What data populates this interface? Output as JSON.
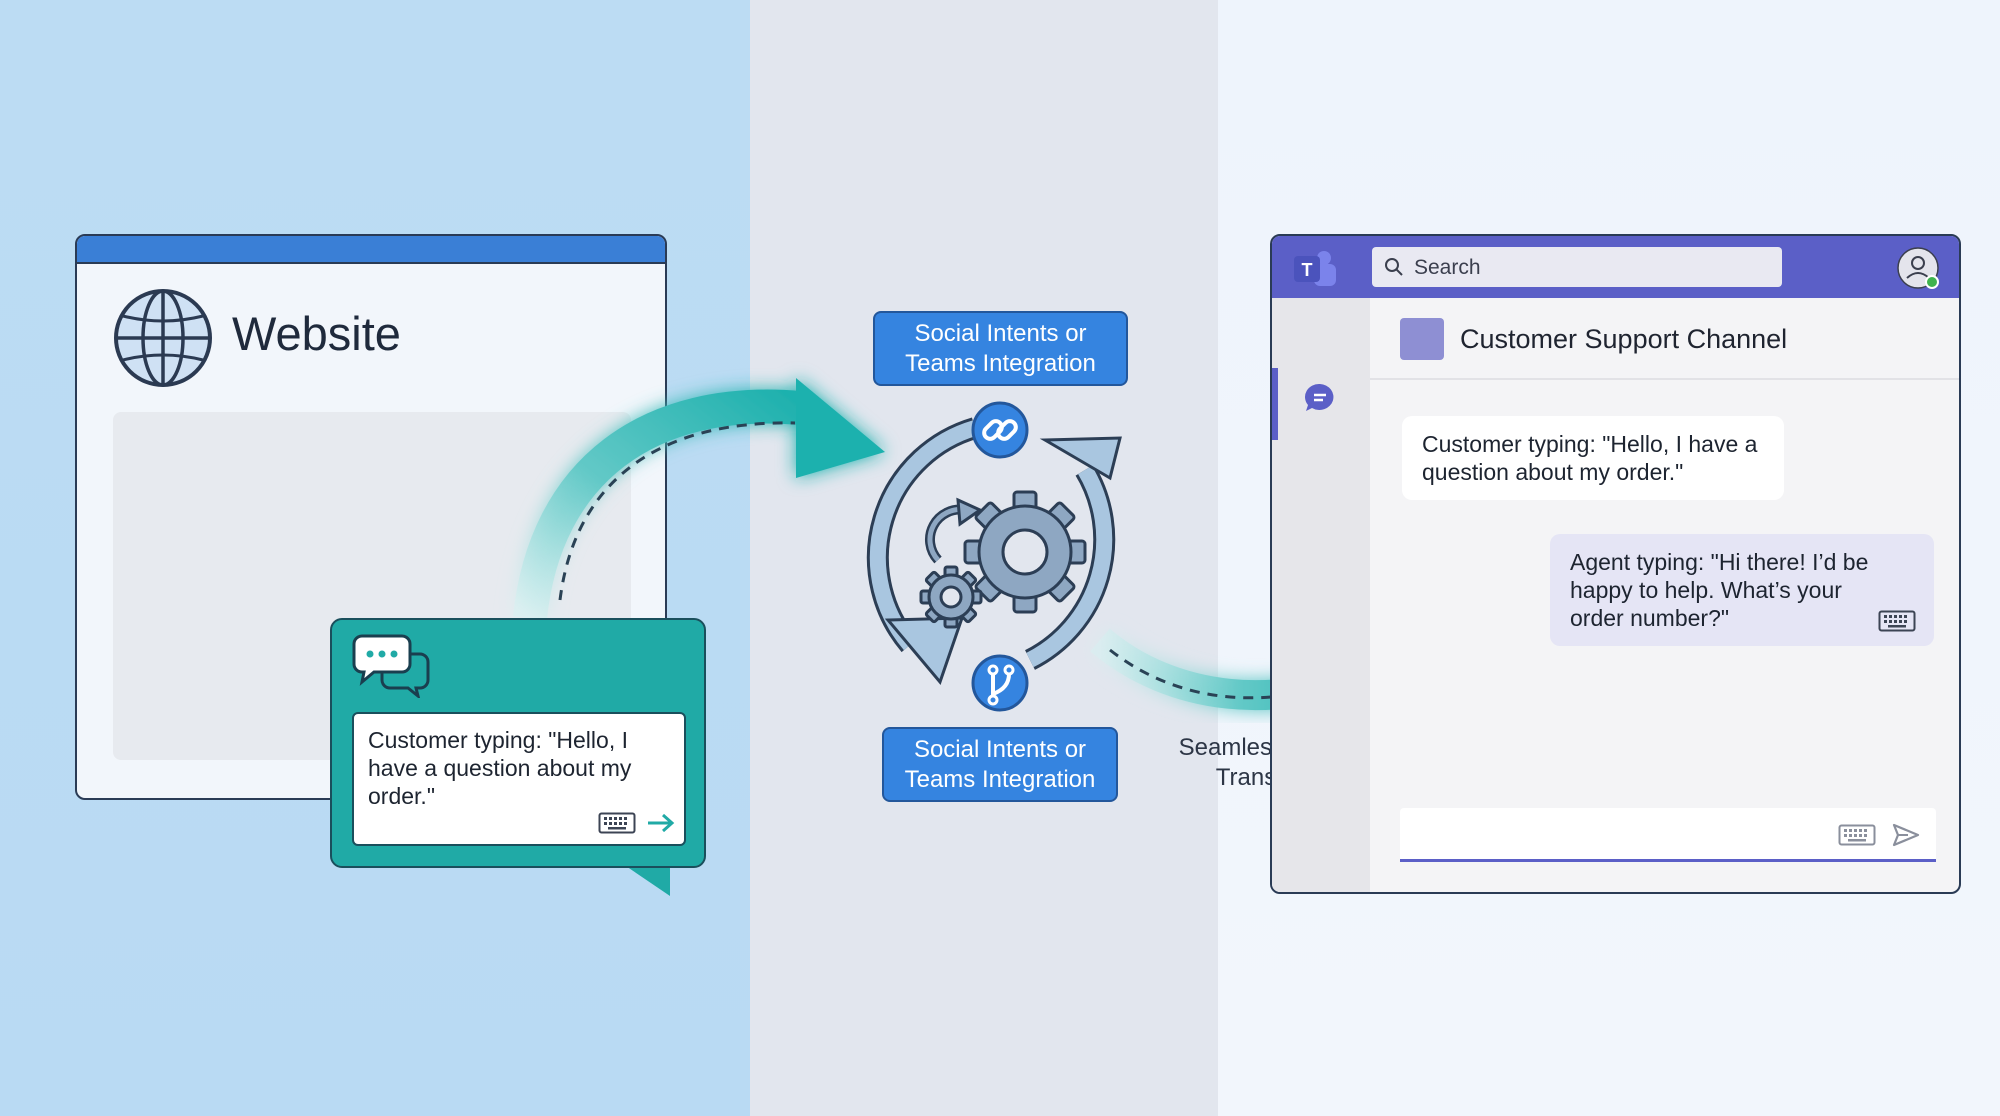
{
  "website": {
    "title": "Website",
    "chat_widget": {
      "message": "Customer typing: \"Hello, I have a question about my order.\""
    }
  },
  "integration": {
    "top_label": "Social Intents or\nTeams Integration",
    "bottom_label": "Social Intents or\nTeams Integration"
  },
  "transfer": {
    "label": "Seamless Data\nTransfer"
  },
  "teams": {
    "search": {
      "placeholder": "Search"
    },
    "channel_title": "Customer Support Channel",
    "messages": {
      "customer": "Customer typing: \"Hello, I have a question about my order.\"",
      "agent": "Agent typing: \"Hi there! I’d be happy to help. What’s your order number?\""
    }
  },
  "icons": {
    "globe": "globe-icon",
    "chat": "chat-bubbles-icon",
    "keyboard": "keyboard-icon",
    "send": "send-arrow-icon",
    "link": "link-icon",
    "branch": "branch-icon",
    "gears": "gears-icon",
    "cycle": "cycle-arrows-icon",
    "teams_logo": "teams-logo-icon",
    "search": "search-icon",
    "avatar": "avatar-icon"
  },
  "colors": {
    "left_panel": "#bcdcf3",
    "middle_panel": "#e2e6ee",
    "right_panel": "#eef4fc",
    "website_bar": "#3a7fd6",
    "widget": "#20aaa6",
    "flow_arrow": "#1fb1ae",
    "integration_label": "#3584e0",
    "teams_purple": "#5b5fc7"
  }
}
